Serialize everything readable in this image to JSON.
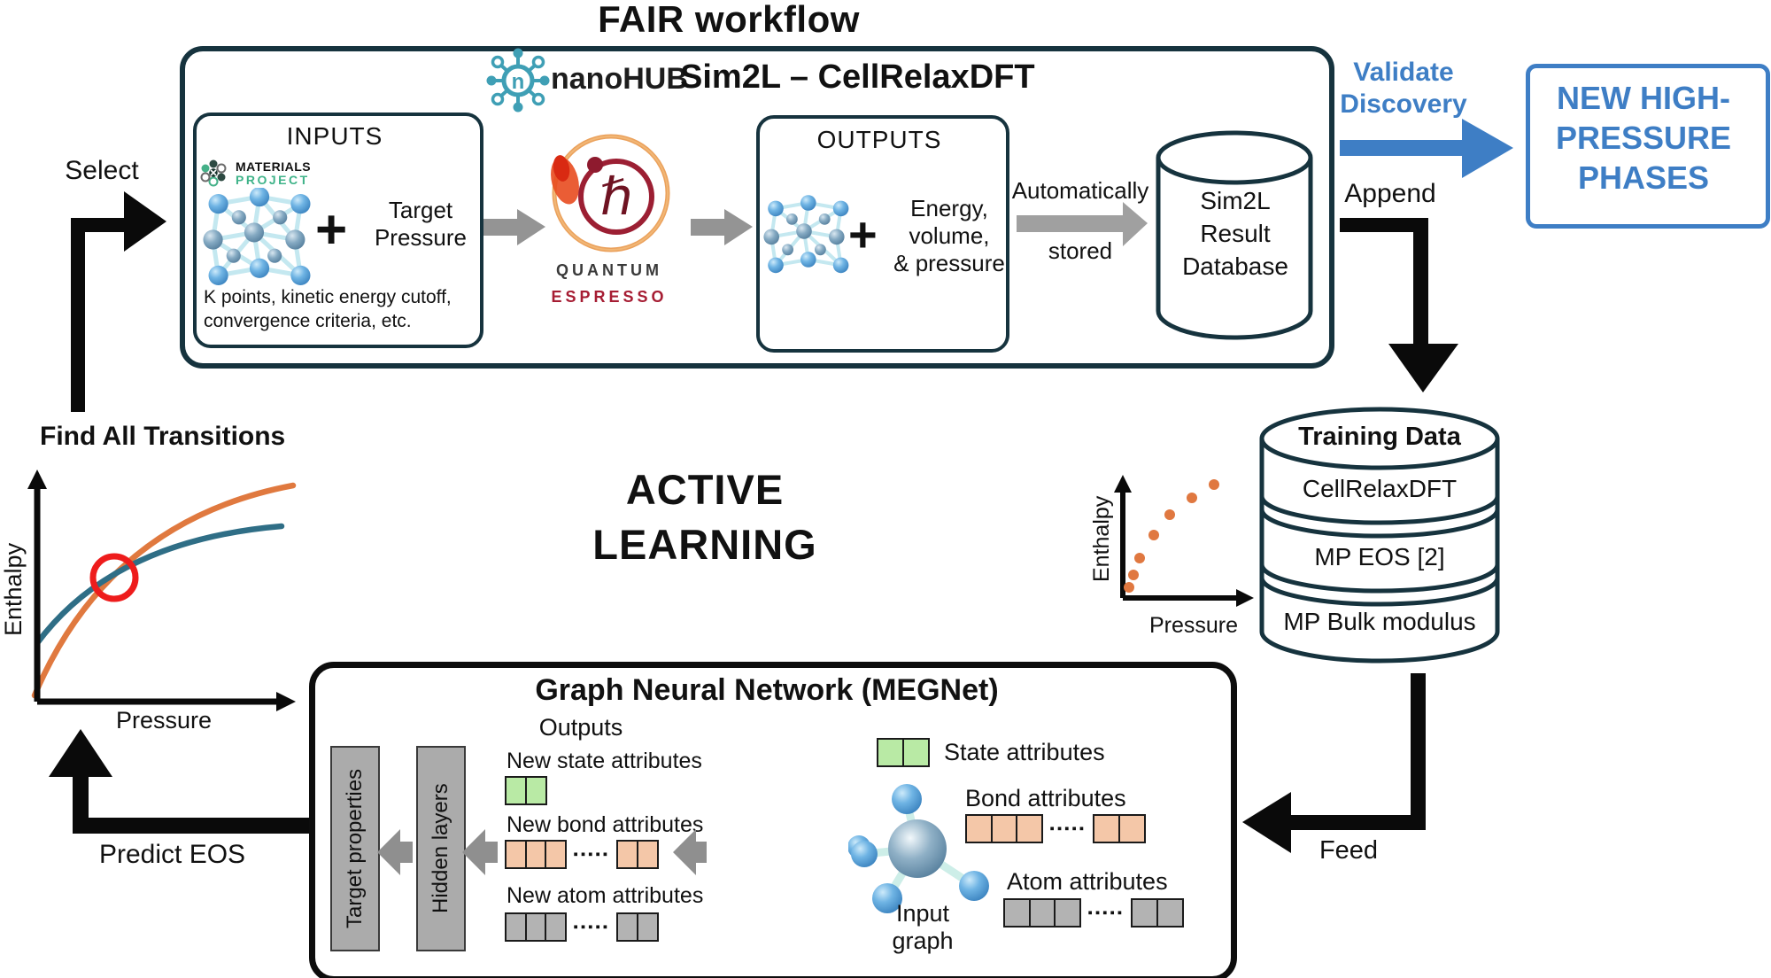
{
  "title": "FAIR workflow",
  "colors": {
    "accent_blue": "#3e7ec5",
    "dark_outline": "#16333e",
    "arrow_gray": "#999999",
    "arrow_black": "#0a0a0a",
    "orange_curve": "#e0793f",
    "teal_curve": "#2f6e86",
    "alert_red": "#ee1c1c",
    "dot_orange": "#e07840",
    "cell_green": "#b9eaa5",
    "cell_salmon": "#f4c7a8",
    "cell_gray": "#b3b3b3"
  },
  "fair": {
    "logo": "nanoHUB",
    "heading": "Sim2L – CellRelaxDFT",
    "inputs": {
      "title": "INPUTS",
      "mp_logo_line1": "MATERIALS",
      "mp_logo_line2": "PROJECT",
      "plus": "+",
      "param_line1": "Target",
      "param_line2": "Pressure",
      "note_line1": "K points, kinetic energy cutoff,",
      "note_line2": "convergence criteria, etc."
    },
    "qe_logo": {
      "glyph": "ℏ",
      "line1": "QUANTUM",
      "line2": "ESPRESSO"
    },
    "outputs": {
      "title": "OUTPUTS",
      "plus": "+",
      "line1": "Energy,",
      "line2": "volume,",
      "line3": "& pressure"
    },
    "stored_arrow": {
      "line1": "Automatically",
      "line2": "stored"
    },
    "result_db": {
      "line1": "Sim2L",
      "line2": "Result",
      "line3": "Database"
    }
  },
  "validate": {
    "line1": "Validate",
    "line2": "Discovery"
  },
  "new_phases": {
    "line1": "NEW HIGH-",
    "line2": "PRESSURE",
    "line3": "PHASES"
  },
  "append_label": "Append",
  "training": {
    "title": "Training Data",
    "band1": "CellRelaxDFT",
    "band2": "MP EOS [2]",
    "band3": "MP Bulk modulus",
    "plot": {
      "ylabel": "Enthalpy",
      "xlabel": "Pressure"
    }
  },
  "active_learning": {
    "line1": "ACTIVE",
    "line2": "LEARNING"
  },
  "feed_label": "Feed",
  "transitions": {
    "title": "Find All Transitions",
    "ylabel": "Enthalpy",
    "xlabel": "Pressure"
  },
  "select_label": "Select",
  "predict_label": "Predict EOS",
  "gnn": {
    "title": "Graph Neural Network (MEGNet)",
    "target_properties": "Target properties",
    "hidden_layers": "Hidden layers",
    "outputs_title": "Outputs",
    "new_state_label": "New state attributes",
    "new_bond_label": "New bond attributes",
    "new_atom_label": "New atom attributes",
    "state_label": "State attributes",
    "bond_label": "Bond attributes",
    "atom_label": "Atom attributes",
    "input_graph_line1": "Input",
    "input_graph_line2": "graph"
  }
}
